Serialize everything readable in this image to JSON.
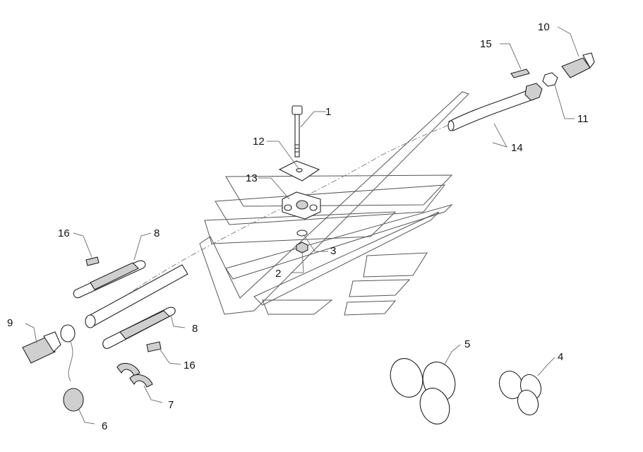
{
  "diagram": {
    "callouts": [
      "1",
      "2",
      "3",
      "4",
      "5",
      "6",
      "7",
      "8",
      "8",
      "9",
      "10",
      "11",
      "12",
      "13",
      "14",
      "15",
      "16",
      "16"
    ]
  },
  "colors": {
    "line": "#222222",
    "leader": "#777777",
    "shade": "#cfcfcf"
  }
}
